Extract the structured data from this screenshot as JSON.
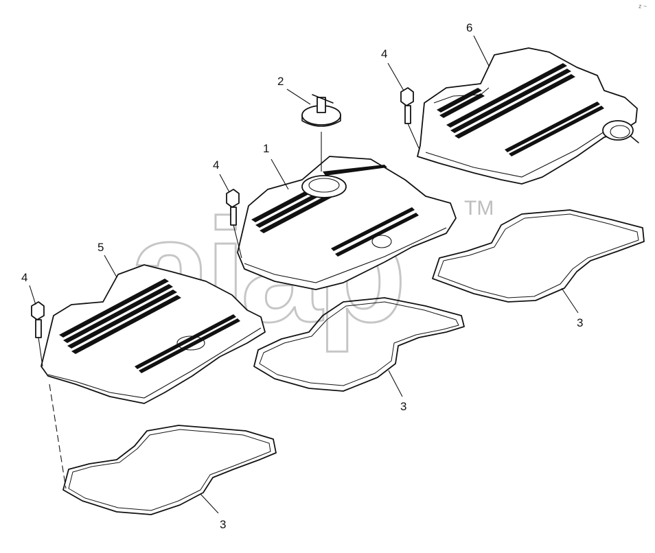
{
  "diagram": {
    "callouts": [
      {
        "id": "c1",
        "label": "1"
      },
      {
        "id": "c2",
        "label": "2"
      },
      {
        "id": "c3a",
        "label": "3"
      },
      {
        "id": "c3b",
        "label": "3"
      },
      {
        "id": "c3c",
        "label": "3"
      },
      {
        "id": "c4a",
        "label": "4"
      },
      {
        "id": "c4b",
        "label": "4"
      },
      {
        "id": "c4c",
        "label": "4"
      },
      {
        "id": "c5",
        "label": "5"
      },
      {
        "id": "c6",
        "label": "6"
      }
    ],
    "watermark": {
      "text": "aiap",
      "tm": "TM"
    },
    "corner_mark": "z ~"
  },
  "colors": {
    "line": "#111111",
    "watermark": "#999999",
    "background": "#ffffff"
  }
}
